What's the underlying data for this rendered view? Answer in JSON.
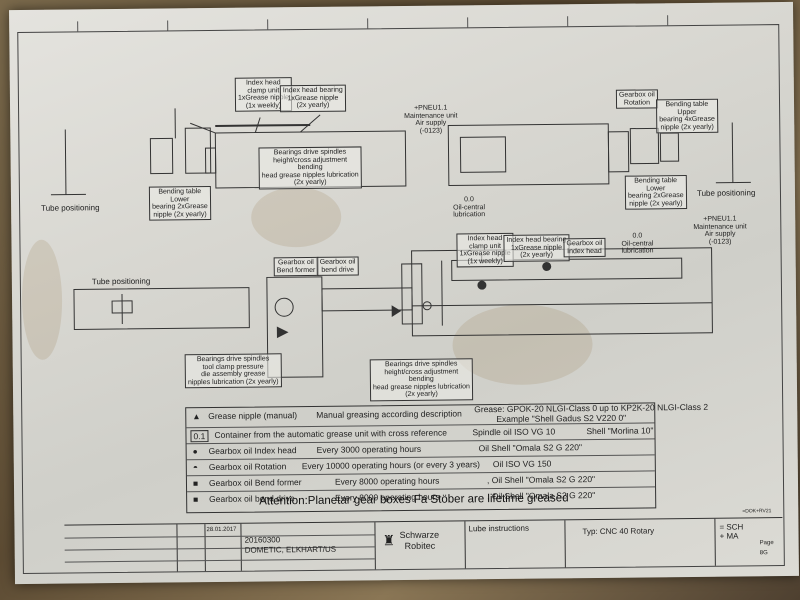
{
  "labels": {
    "index_head_clamp_top": "Index head\nclamp unit\n1xGrease nipple\n(1x weekly)",
    "index_head_bearing_top": "Index head bearing\n1xGrease nipple\n(2x yearly)",
    "bearings_drive_spindles_top": "Bearings drive spindles\nheight/cross adjustment\nbending\nhead grease nipples lubrication\n(2x yearly)",
    "bending_table_lower_left": "Bending table\nLower\nbearing 2xGrease\nnipple (2x yearly)",
    "maintenance_unit_top": "+PNEU1.1\nMaintenance unit\nAir supply\n(-0123)",
    "gearbox_rotation": "Gearbox oil\nRotation",
    "bending_table_upper": "Bending table\nUpper\nbearing 4xGrease\nnipple (2x yearly)",
    "bending_table_lower_right": "Bending table\nLower\nbearing 2xGrease\nnipple (2x yearly)",
    "oil_central_top": "0.0\nOil-central\nlubrication",
    "index_head_clamp_bottom": "Index head\nclamp unit\n1xGrease nipple\n(1x weekly)",
    "index_head_bearing_bottom": "Index head bearing\n1xGrease nipple\n(2x yearly)",
    "gearbox_index_head": "Gearbox oil\nIndex head",
    "oil_central_bottom": "0.0\nOil-central\nlubrication",
    "maintenance_unit_bottom": "+PNEU1.1\nMaintenance unit\nAir supply\n(-0123)",
    "gearbox_bend_former": "Gearbox oil\nBend former",
    "gearbox_bend_drive": "Gearbox oil\nbend drive",
    "bearings_tool_clamp": "Bearings drive spindles\ntool clamp pressure\ndie assembly grease\nnipples lubrication (2x yearly)",
    "bearings_drive_spindles_bottom": "Bearings drive spindles\nheight/cross adjustment\nbending\nhead grease nipples lubrication\n(2x yearly)"
  },
  "tube_positioning_left": "Tube positioning",
  "tube_positioning_right": "Tube positioning",
  "tube_positioning_mid": "Tube positioning",
  "legend": {
    "rows": [
      {
        "symbol": "▲",
        "desc": "Grease nipple (manual)",
        "detail": "Manual greasing according description",
        "lube": "Grease: GPOK-20 NLGI-Class 0 up to KP2K-20 NLGI-Class 2",
        "lube2": "Example \"Shell Gadus S2 V220 0\""
      },
      {
        "symbol": "0.1",
        "desc": "Container from the automatic grease unit with cross reference",
        "detail": "",
        "lube": "Spindle oil ISO VG 10",
        "lube2": "Shell \"Morlina 10\""
      },
      {
        "symbol": "●",
        "desc": "Gearbox oil Index head",
        "detail": "Every 3000 operating hours",
        "lube": "Oil Shell \"Omala S2 G 220\"",
        "lube2": ""
      },
      {
        "symbol": "◓",
        "desc": "Gearbox oil Rotation",
        "detail": "Every 10000 operating hours (or every 3 years)",
        "lube": "Oil ISO VG 150",
        "lube2": ""
      },
      {
        "symbol": "■",
        "desc": "Gearbox oil Bend former",
        "detail": "Every 8000 operating hours",
        "lube": ", Oil Shell \"Omala S2 G 220\"",
        "lube2": ""
      },
      {
        "symbol": "■",
        "desc": "Gearbox oil bend drive",
        "detail": "Every 8000 operating hours",
        "lube": ", Oil Shell \"Omala S2 G 220\"",
        "lube2": ""
      }
    ]
  },
  "attention": "Attention:Planetar  gear boxes Fa Stöber are lifetime greased",
  "titleblock": {
    "date": "28.01.2017",
    "job_no": "20160300",
    "customer": "DOMETIC, ELKHART/US",
    "company_line1": "Schwarze",
    "company_line2": "Robitec",
    "doc_title": "Lube instructions",
    "type": "Typ:  CNC 40 Rotary",
    "rev1": "= SCH",
    "rev2": "+ MA",
    "page_label": "Page",
    "page_count": "8G",
    "doc_ref": "=DOK+RV21"
  },
  "colors": {
    "paper": "#dcdbd5",
    "ink": "#222222",
    "wood": "#6b5a3e"
  }
}
